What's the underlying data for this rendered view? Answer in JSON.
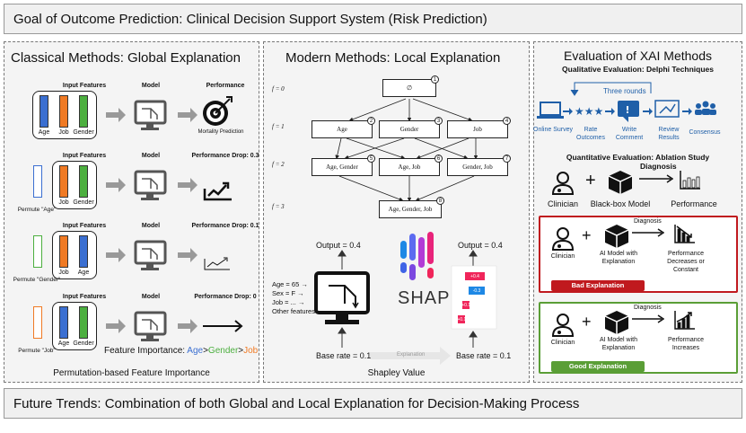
{
  "header": "Goal of Outcome Prediction: Clinical Decision Support System (Risk Prediction)",
  "footer": "Future Trends: Combination of both Global and Local Explanation for Decision-Making Process",
  "classical": {
    "title": "Classical Methods: Global Explanation",
    "rows": [
      {
        "input_label": "Input Features",
        "model_label": "Model",
        "perf_label": "Performance",
        "features": [
          "Age",
          "Job",
          "Gender"
        ],
        "result_caption": "Mortality Prediction",
        "permute": ""
      },
      {
        "input_label": "Input Features",
        "model_label": "Model",
        "perf_label": "Performance Drop: 0.3",
        "features": [
          "Job",
          "Gender"
        ],
        "permute": "Permute \"Age\""
      },
      {
        "input_label": "Input Features",
        "model_label": "Model",
        "perf_label": "Performance Drop: 0.1",
        "features": [
          "Job",
          "Age"
        ],
        "permute": "Permute \"Gender\""
      },
      {
        "input_label": "Input Features",
        "model_label": "Model",
        "perf_label": "Performance Drop: 0",
        "features": [
          "Age",
          "Gender"
        ],
        "permute": "Permute \"Job\""
      }
    ],
    "importance_prefix": "Feature Importance: ",
    "importance": [
      {
        "text": "Age",
        "color": "#3b6fd1"
      },
      {
        "text": ">",
        "color": "#111111"
      },
      {
        "text": "Gender",
        "color": "#4caf3f"
      },
      {
        "text": ">",
        "color": "#111111"
      },
      {
        "text": "Job",
        "color": "#f07a24"
      }
    ],
    "caption": "Permutation-based Feature Importance"
  },
  "colors": {
    "blue": "#3b6fd1",
    "orange": "#f07a24",
    "green": "#4caf3f",
    "red": "#c0191e",
    "good": "#5a9e36"
  },
  "modern": {
    "title": "Modern Methods: Local Explanation",
    "levels": [
      "f = 0",
      "f = 1",
      "f = 2",
      "f = 3"
    ],
    "nodes": [
      {
        "label": "∅",
        "num": "1"
      },
      {
        "label": "Age",
        "num": "2"
      },
      {
        "label": "Gender",
        "num": "3"
      },
      {
        "label": "Job",
        "num": "4"
      },
      {
        "label": "Age, Gender",
        "num": "5"
      },
      {
        "label": "Age, Job",
        "num": "6"
      },
      {
        "label": "Gender, Job",
        "num": "7"
      },
      {
        "label": "Age, Gender, Job",
        "num": "8"
      }
    ],
    "output_left": "Output = 0.4",
    "output_right": "Output = 0.4",
    "inputs": [
      "Age = 65 →",
      "Sex = F →",
      "Job = ... →",
      "Other features"
    ],
    "base_left": "Base rate = 0.1",
    "base_right": "Base rate = 0.1",
    "explanation_label": "Explanation",
    "shap_text": "SHAP",
    "waterfall": [
      {
        "label": "+0.4",
        "color": "#f0255a",
        "frac": 0.55
      },
      {
        "label": "-0.3",
        "color": "#1e88e5",
        "frac": 0.45
      },
      {
        "label": "+0.1",
        "color": "#f0255a",
        "frac": 0.12
      },
      {
        "label": "+0.1",
        "color": "#f0255a",
        "frac": 0.12
      }
    ],
    "caption": "Shapley Value"
  },
  "evaluation": {
    "title": "Evaluation of XAI Methods",
    "qual_title": "Qualitative Evaluation: Delphi Techniques",
    "three_rounds": "Three rounds",
    "steps": [
      "Online Survey",
      "Rate Outcomes",
      "Write Comment",
      "Review Results",
      "Consensus"
    ],
    "quant_title": "Quantitative Evaluation: Ablation Study",
    "diagnosis": "Diagnosis",
    "row1": {
      "clinician": "Clinician",
      "model": "Black-box Model",
      "perf": "Performance"
    },
    "bad": {
      "clinician": "Clinician",
      "model": "AI Model with Explanation",
      "perf": "Performance Decreases or Constant",
      "badge": "Bad Explanation"
    },
    "good": {
      "clinician": "Clinician",
      "model": "AI Model with Explanation",
      "perf": "Performance Increases",
      "badge": "Good Explanation"
    },
    "plus": "+"
  }
}
